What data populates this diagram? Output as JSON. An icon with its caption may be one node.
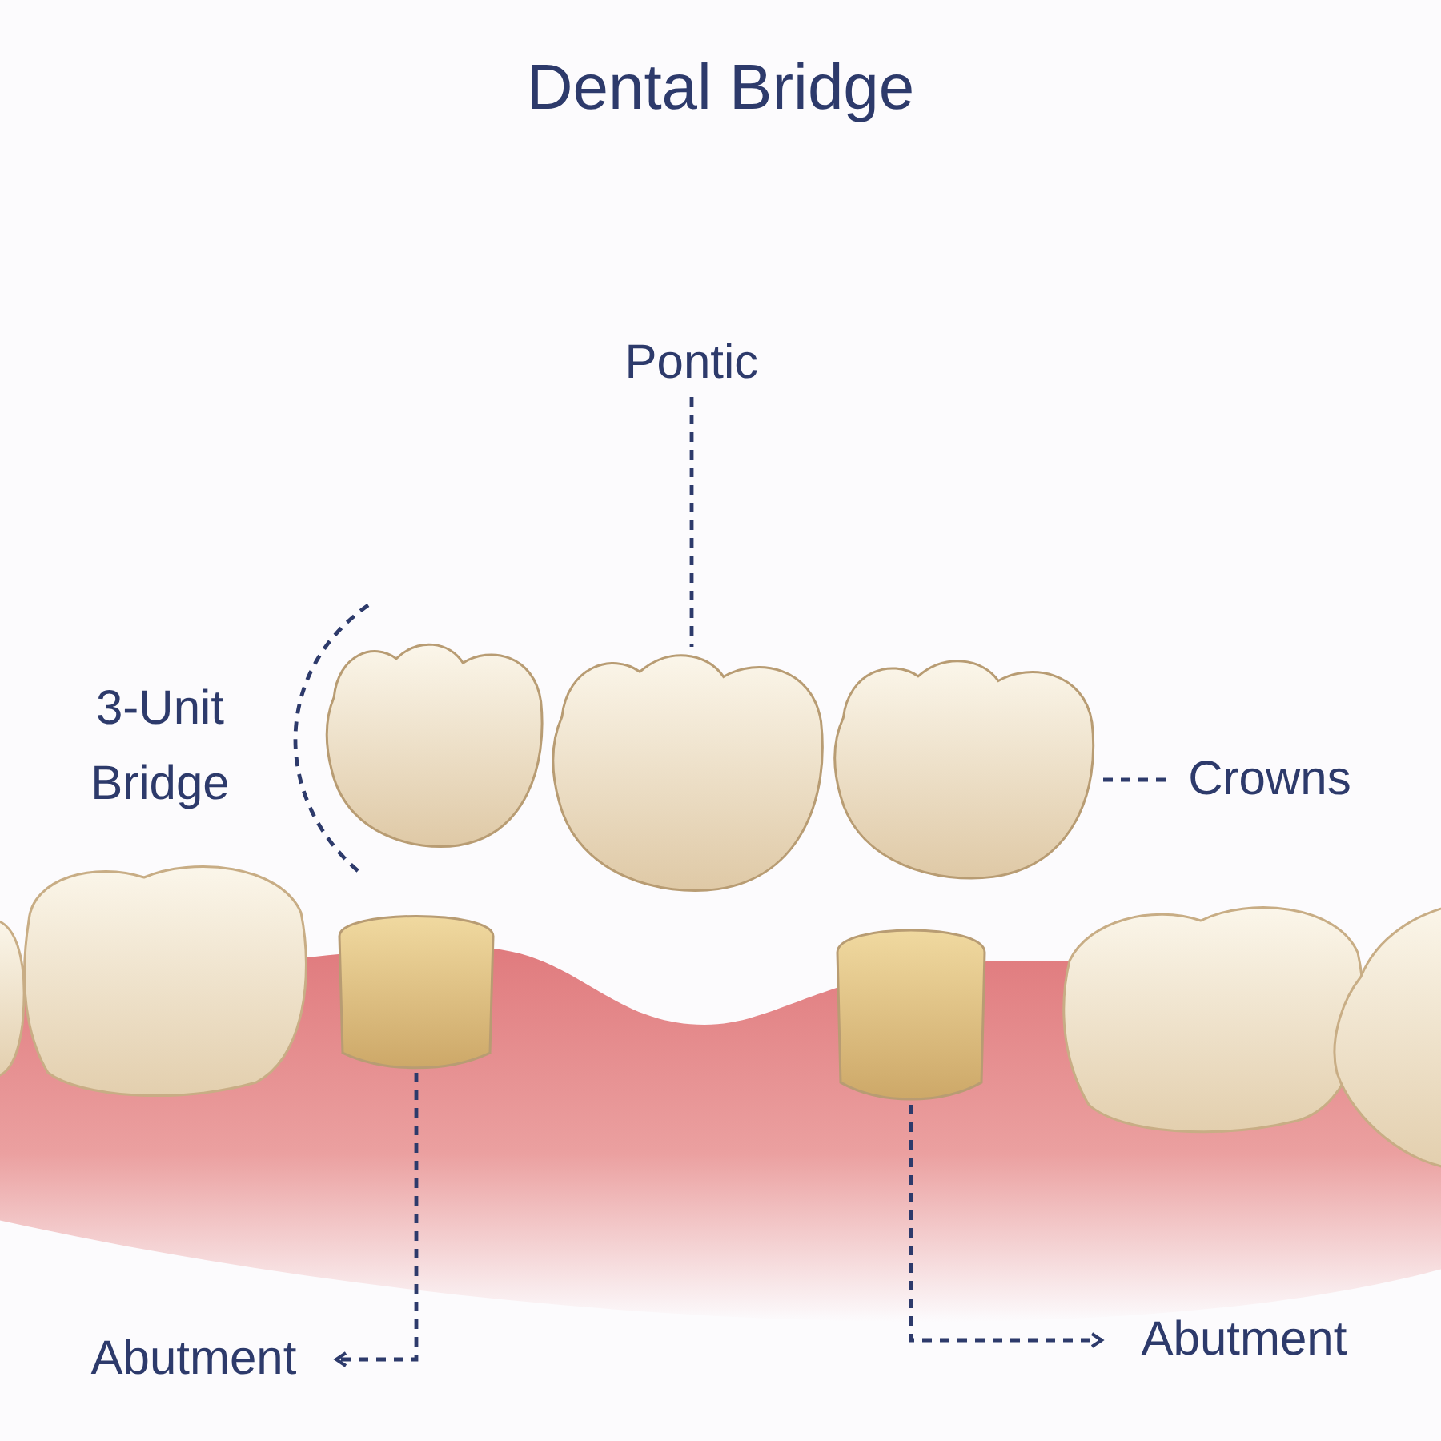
{
  "diagram": {
    "title": "Dental Bridge",
    "nodes": [
      {
        "text": [
          "Pontic"
        ]
      },
      {
        "text": [],
        "shape": "picture"
      },
      {
        "text": [],
        "shape": "picture"
      },
      {
        "text": [],
        "shape": "picture"
      },
      {
        "text": [
          "Crowns"
        ]
      },
      {
        "text": [],
        "shape": "picture"
      },
      {
        "text": [],
        "shape": "picture"
      },
      {
        "text": [
          "Abutment"
        ]
      },
      {
        "text": [
          "Abutment"
        ]
      }
    ],
    "edges": [
      {
        "from": 0,
        "to": 2,
        "arrow": "none",
        "style": "dashed"
      },
      {
        "from": 4,
        "to": 3,
        "arrow": "none",
        "style": "dashed"
      },
      {
        "from": 5,
        "to": 7,
        "arrow": "to",
        "style": "dashed"
      },
      {
        "from": 6,
        "to": 8,
        "arrow": "to",
        "style": "dashed"
      }
    ],
    "labels": [
      "3-Unit Bridge"
    ]
  }
}
